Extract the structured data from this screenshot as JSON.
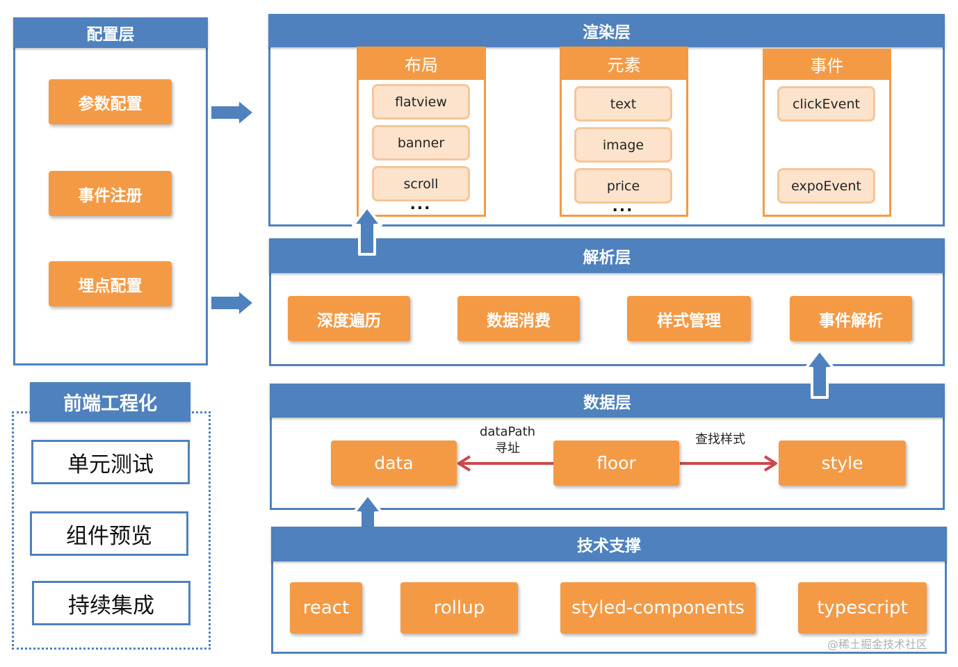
{
  "config_layer": {
    "title": "配置层",
    "items": [
      "参数配置",
      "事件注册",
      "埋点配置"
    ]
  },
  "render_layer": {
    "title": "渲染层",
    "columns": [
      {
        "title": "布局",
        "items": [
          "flatview",
          "banner",
          "scroll"
        ],
        "more": "..."
      },
      {
        "title": "元素",
        "items": [
          "text",
          "image",
          "price"
        ],
        "more": "..."
      },
      {
        "title": "事件",
        "items": [
          "clickEvent",
          "expoEvent"
        ]
      }
    ]
  },
  "parse_layer": {
    "title": "解析层",
    "items": [
      "深度遍历",
      "数据消费",
      "样式管理",
      "事件解析"
    ]
  },
  "data_layer": {
    "title": "数据层",
    "nodes": {
      "data": "data",
      "floor": "floor",
      "style": "style"
    },
    "edge_left_label_1": "dataPath",
    "edge_left_label_2": "寻址",
    "edge_right_label": "查找样式"
  },
  "tech_layer": {
    "title": "技术支撑",
    "items": [
      "react",
      "rollup",
      "styled-components",
      "typescript"
    ]
  },
  "frontend_eng": {
    "title": "前端工程化",
    "items": [
      "单元测试",
      "组件预览",
      "持续集成"
    ]
  },
  "watermark": "@稀土掘金技术社区",
  "colors": {
    "blue": "#4e81bd",
    "orange": "#f49a45",
    "pill": "#fde3cc",
    "red_arrow": "#c9494c"
  }
}
